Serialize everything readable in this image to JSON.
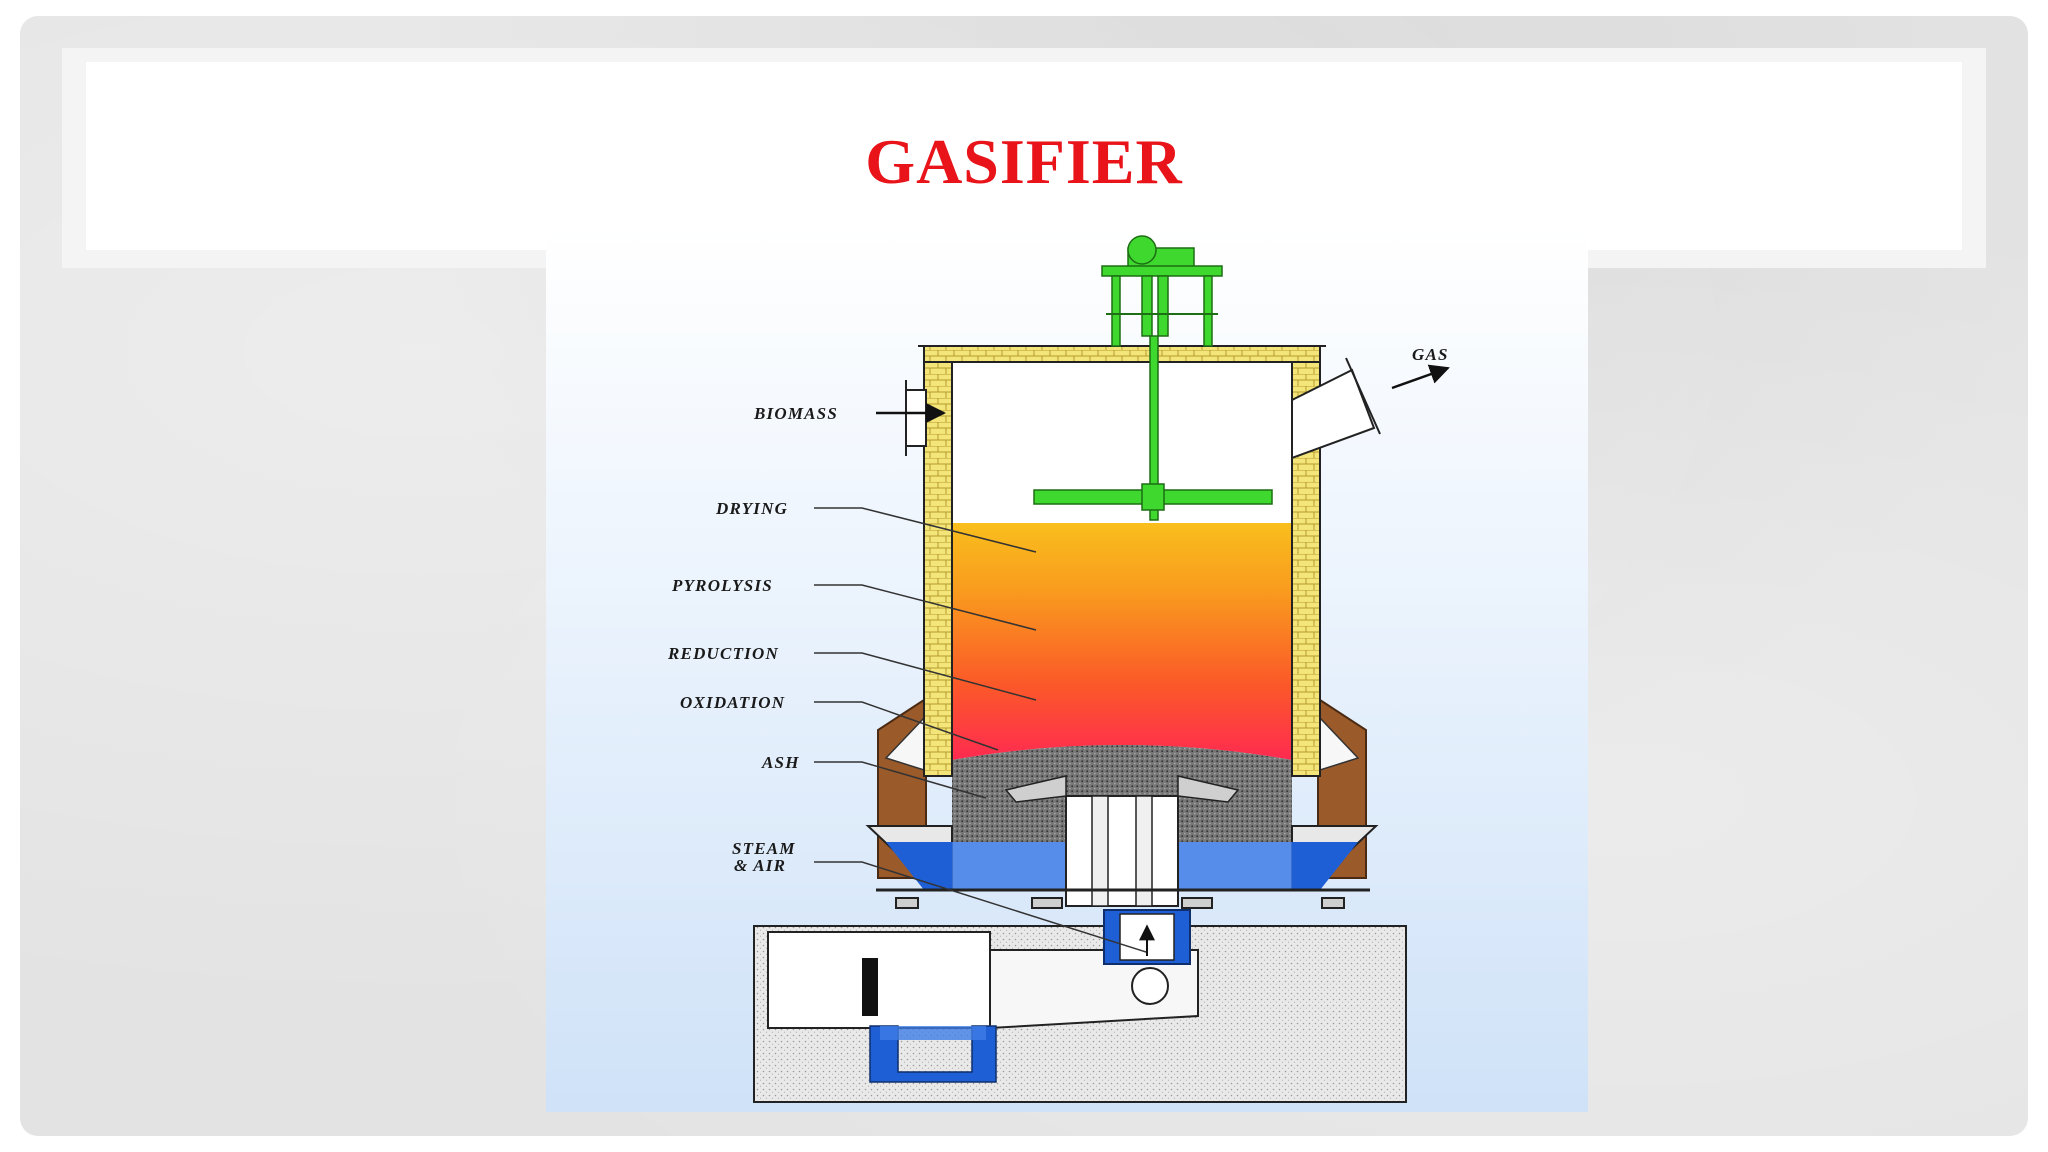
{
  "slide": {
    "title": "GASIFIER"
  },
  "diagram": {
    "labels": {
      "biomass": "BIOMASS",
      "gas": "GAS",
      "drying": "DRYING",
      "pyrolysis": "PYROLYSIS",
      "reduction": "REDUCTION",
      "oxidation": "OXIDATION",
      "ash": "ASH",
      "steam_line1": "STEAM",
      "steam_line2": "& AIR"
    },
    "colors": {
      "title": "#e8141a",
      "brick": "#f2e27a",
      "mechanism": "#3fd82e",
      "water": "#1f5fd6",
      "shell": "#9a5a2a",
      "hot_top": "#f7c21a",
      "hot_bottom": "#ff2a4c"
    }
  }
}
